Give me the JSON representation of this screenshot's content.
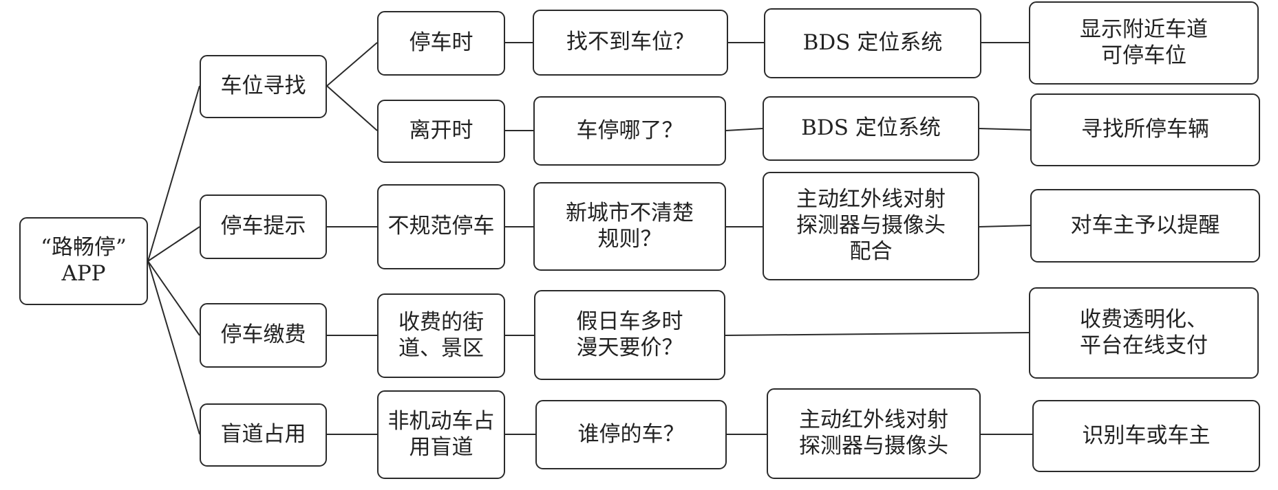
{
  "diagram": {
    "root": "“路畅停”\nAPP",
    "categories": [
      "车位寻找",
      "停车提示",
      "停车缴费",
      "盲道占用"
    ],
    "rows": [
      {
        "scenario": "停车时",
        "problem": "找不到车位？",
        "tech": "BDS 定位系统",
        "solution": "显示附近车道\n可停车位"
      },
      {
        "scenario": "离开时",
        "problem": "车停哪了？",
        "tech": "BDS 定位系统",
        "solution": "寻找所停车辆"
      },
      {
        "scenario": "不规范停车",
        "problem": "新城市不清楚\n规则？",
        "tech": "主动红外线对射\n探测器与摄像头\n配合",
        "solution": "对车主予以提醒"
      },
      {
        "scenario": "收费的街\n道、景区",
        "problem": "假日车多时\n漫天要价？",
        "tech": "",
        "solution": "收费透明化、\n平台在线支付"
      },
      {
        "scenario": "非机动车占\n用盲道",
        "problem": "谁停的车？",
        "tech": "主动红外线对射\n探测器与摄像头",
        "solution": "识别车或车主"
      }
    ]
  }
}
